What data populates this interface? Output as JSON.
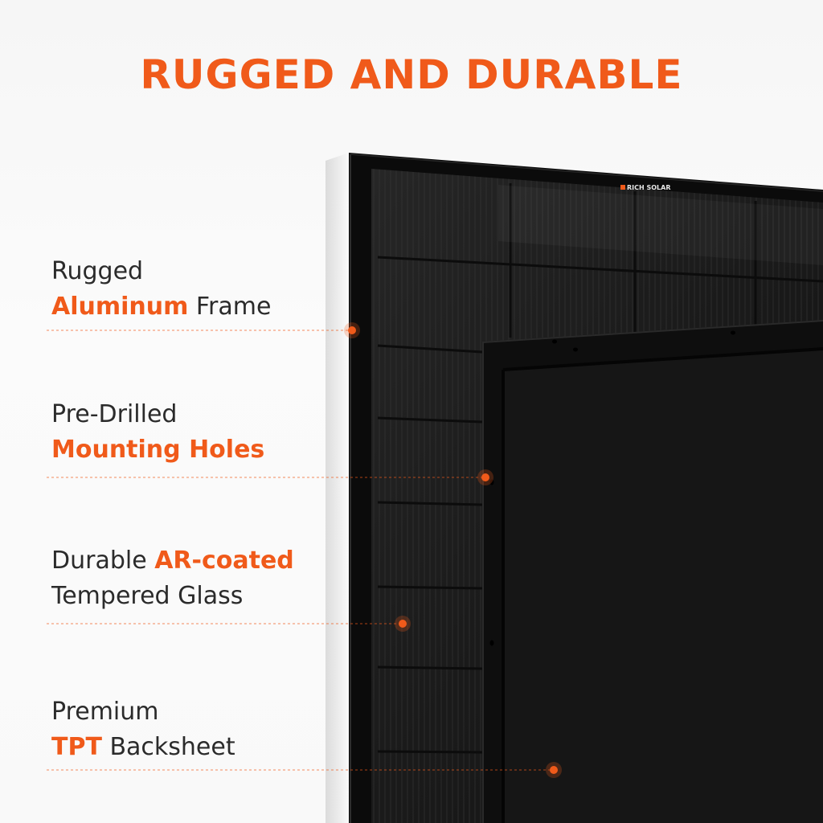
{
  "heading": "RUGGED AND DURABLE",
  "brand_logo": "RICH SOLAR",
  "features": [
    {
      "line1_prefix": "",
      "line1_highlight": "",
      "line1_suffix": "Rugged",
      "line2_prefix": "",
      "line2_highlight": "Aluminum",
      "line2_suffix": " Frame"
    },
    {
      "line1_prefix": "",
      "line1_highlight": "",
      "line1_suffix": "Pre-Drilled",
      "line2_prefix": "",
      "line2_highlight": "Mounting Holes",
      "line2_suffix": ""
    },
    {
      "line1_prefix": "Durable ",
      "line1_highlight": "AR-coated",
      "line1_suffix": "",
      "line2_prefix": "",
      "line2_highlight": "",
      "line2_suffix": "Tempered Glass"
    },
    {
      "line1_prefix": "",
      "line1_highlight": "",
      "line1_suffix": "Premium",
      "line2_prefix": "",
      "line2_highlight": "TPT",
      "line2_suffix": " Backsheet"
    }
  ],
  "colors": {
    "accent": "#f05a1a",
    "text": "#2b2b2b",
    "panel": "#141414",
    "frame": "#0b0b0b"
  }
}
